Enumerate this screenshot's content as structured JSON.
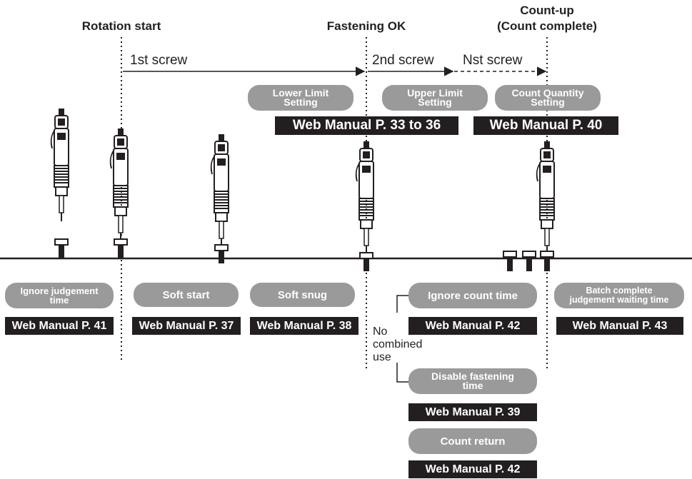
{
  "headers": {
    "rotation_start": "Rotation start",
    "fastening_ok": "Fastening OK",
    "count_up": "Count-up",
    "count_complete": "(Count complete)"
  },
  "segments": {
    "first": "1st screw",
    "second": "2nd screw",
    "nth": "Nst screw"
  },
  "upper_settings": [
    {
      "line1": "Lower Limit",
      "line2": "Setting"
    },
    {
      "line1": "Upper Limit",
      "line2": "Setting"
    },
    {
      "line1": "Count Quantity",
      "line2": "Setting"
    }
  ],
  "upper_refs": [
    "Web Manual P. 33 to 36",
    "Web Manual P. 40"
  ],
  "lower_functions": {
    "ignore_judgement": {
      "line1": "Ignore judgement",
      "line2": "time",
      "ref": "Web Manual P. 41"
    },
    "soft_start": {
      "label": "Soft start",
      "ref": "Web Manual P. 37"
    },
    "soft_snug": {
      "label": "Soft snug",
      "ref": "Web Manual P. 38"
    },
    "ignore_count": {
      "label": "Ignore count time",
      "ref": "Web Manual P. 42"
    },
    "disable_fastening": {
      "line1": "Disable fastening",
      "line2": "time",
      "ref": "Web Manual P. 39"
    },
    "count_return": {
      "label": "Count return",
      "ref": "Web Manual P. 42"
    },
    "batch_complete": {
      "line1": "Batch complete",
      "line2": "judgement waiting time",
      "ref": "Web Manual P. 43"
    }
  },
  "no_combined_use": {
    "line1": "No",
    "line2": "combined",
    "line3": "use"
  },
  "colors": {
    "pill": "#9a9a9b",
    "ref": "#231f20",
    "ink": "#231f20"
  },
  "icons": [
    "electric-screwdriver-icon",
    "screw-icon"
  ]
}
